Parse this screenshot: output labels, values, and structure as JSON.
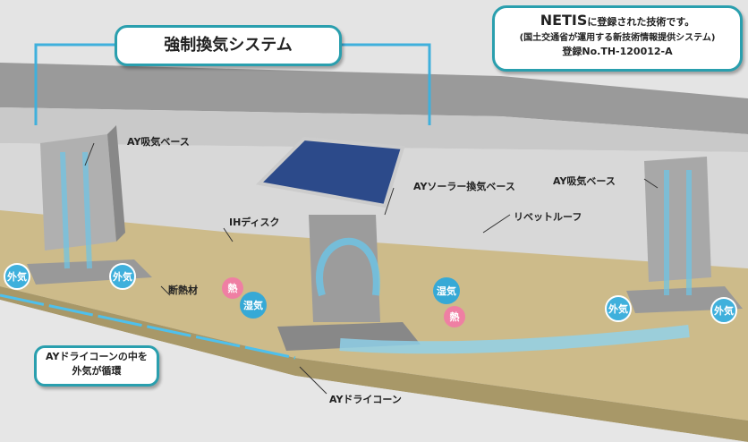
{
  "title": "強制換気システム",
  "netis": {
    "line1_big": "NETIS",
    "line1_rest": "に登録された技術です。",
    "line2": "(国土交通省が運用する新技術情報提供システム)",
    "line3": "登録No.TH-120012-A"
  },
  "labels": {
    "intake_base_left": "AY吸気ベース",
    "intake_base_right": "AY吸気ベース",
    "solar_base": "AYソーラー換気ベース",
    "ih_disk": "IHディスク",
    "rivet_roof": "リベットルーフ",
    "insulation": "断熱材",
    "dry_cone": "AYドライコーン"
  },
  "callout": {
    "line1": "AYドライコーンの中を",
    "line2": "外気が循環"
  },
  "bubbles": {
    "outside_air": "外気",
    "heat": "熱",
    "humidity": "湿気"
  },
  "colors": {
    "accent": "#2a9fae",
    "air": "#3fb0dc",
    "heat": "#ef7fa3",
    "insulation": "#cdbb8a"
  }
}
